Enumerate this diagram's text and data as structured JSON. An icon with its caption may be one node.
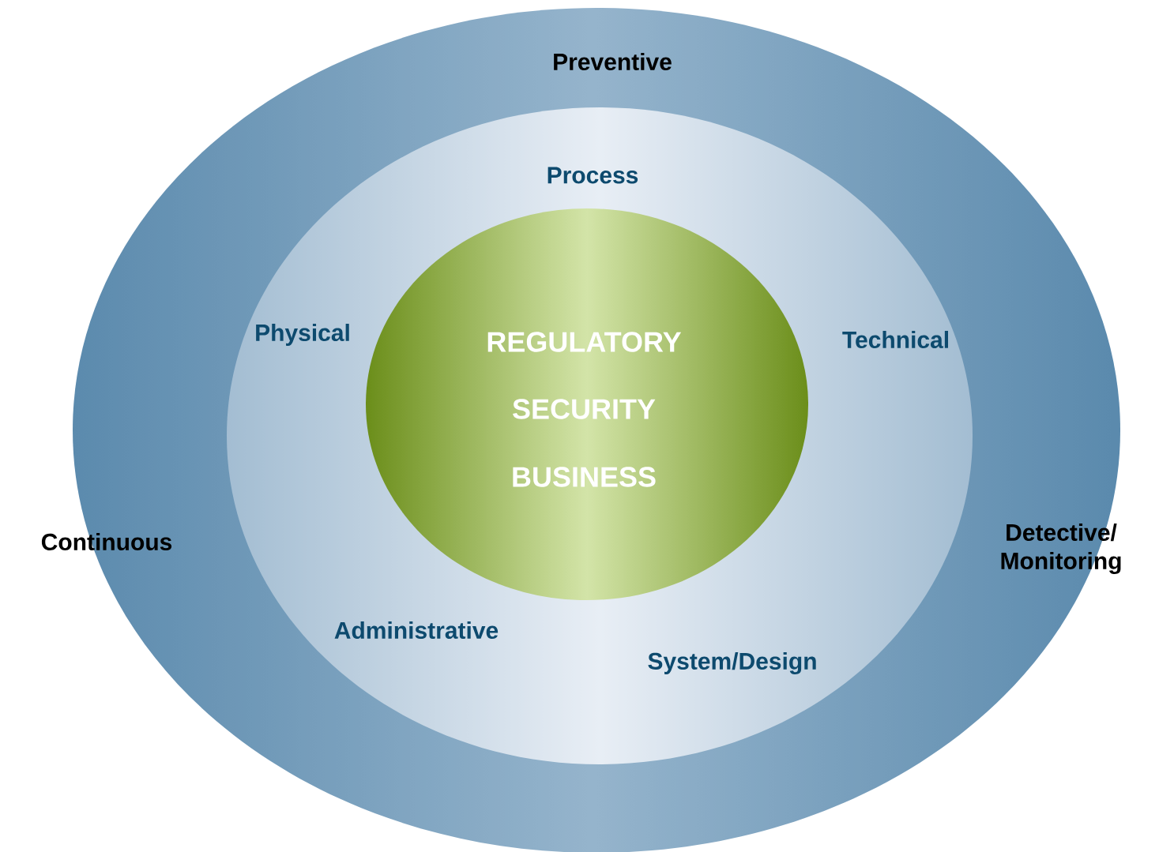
{
  "diagram": {
    "nodes": [
      {
        "text": [
          "Preventive",
          "Continuous",
          "Detective/ Monitoring"
        ]
      },
      {
        "text": [
          "Process",
          "Physical",
          "Technical",
          "Administrative",
          "System/Design"
        ],
        "in": 0
      },
      {
        "text": [
          "REGULATORY",
          "SECURITY",
          "BUSINESS"
        ],
        "in": 1
      }
    ]
  }
}
